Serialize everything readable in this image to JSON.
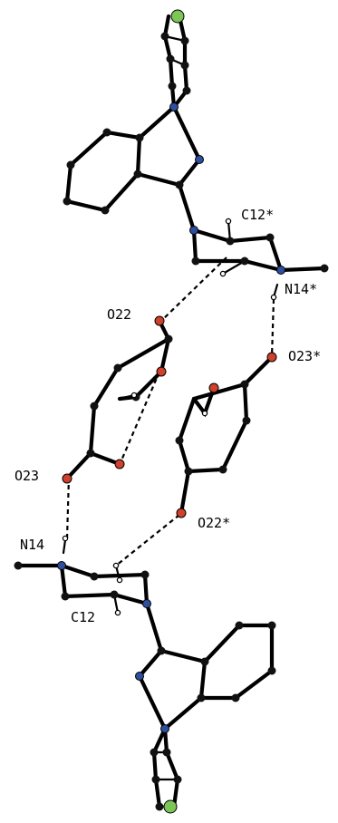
{
  "labels": {
    "c12_star": "C12*",
    "n14_star": "N14*",
    "o22": "O22",
    "o23_star": "O23*",
    "o23": "O23",
    "o22_star": "O22*",
    "n14": "N14",
    "c12": "C12"
  },
  "colors": {
    "carbon": "#111111",
    "hydrogen": "#ffffff",
    "nitrogen": "#2e4f9e",
    "oxygen": "#d0402a",
    "chlorine": "#7cc557",
    "bond": "#000000"
  }
}
